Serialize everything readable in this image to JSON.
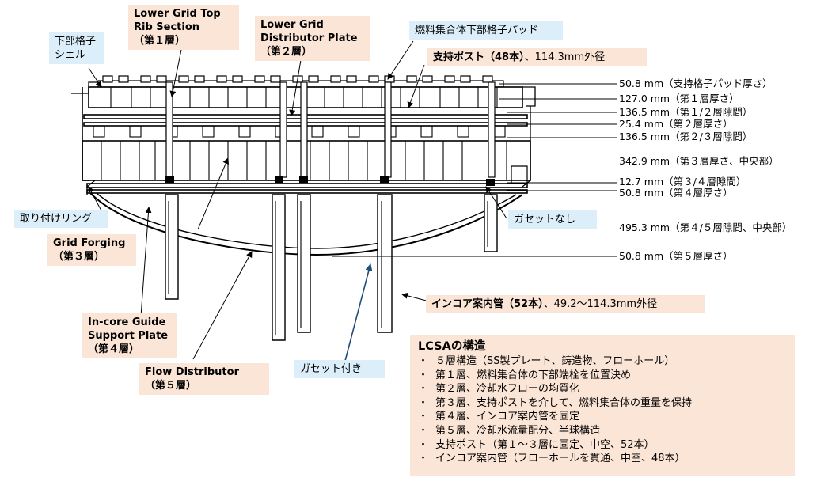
{
  "callouts": {
    "lower_shell": [
      "下部格子",
      "シェル"
    ],
    "top_rib": [
      "Lower Grid Top",
      "Rib Section",
      "（第１層）"
    ],
    "distributor_plate": [
      "Lower Grid",
      "Distributor Plate",
      "（第２層）"
    ],
    "fuel_pad": "燃料集合体下部格子パッド",
    "support_post": {
      "bold": "支持ポスト（48本）",
      "normal": "、114.3mm外径"
    },
    "mounting_ring": "取り付けリング",
    "grid_forging": [
      "Grid Forging",
      "（第３層）"
    ],
    "no_gusset": "ガセットなし",
    "guide_support": [
      "In-core Guide",
      "Support Plate",
      "（第４層）"
    ],
    "flow_distributor": [
      "Flow Distributor",
      "（第５層）"
    ],
    "gusset": "ガセット付き",
    "incore_tube": {
      "bold": "インコア案内管（52本）",
      "normal": "、49.2～114.3mm外径"
    }
  },
  "dimensions": [
    "50.8 mm（支持格子パッド厚さ）",
    "127.0 mm（第１層厚さ）",
    "136.5 mm（第１/２層隙間）",
    "25.4 mm（第２層厚さ）",
    "136.5 mm（第２/３層隙間）",
    "342.9 mm（第３層厚さ、中央部）",
    "12.7 mm（第３/４層隙間）",
    "50.8 mm（第４層厚さ）",
    "495.3 mm（第４/５層隙間、中央部）",
    "50.8 mm（第５層厚さ）"
  ],
  "lcsa": {
    "title": "LCSAの構造",
    "items": [
      "５層構造（SS製プレート、鋳造物、フローホール）",
      "第１層、燃料集合体の下部端栓を位置決め",
      "第２層、冷却水フローの均質化",
      "第３層、支持ポストを介して、燃料集合体の重量を保持",
      "第４層、インコア案内管を固定",
      "第５層、冷却水流量配分、半球構造",
      "支持ポスト（第１～３層に固定、中空、52本）",
      "インコア案内管（フローホールを貫通、中空、48本）"
    ]
  }
}
